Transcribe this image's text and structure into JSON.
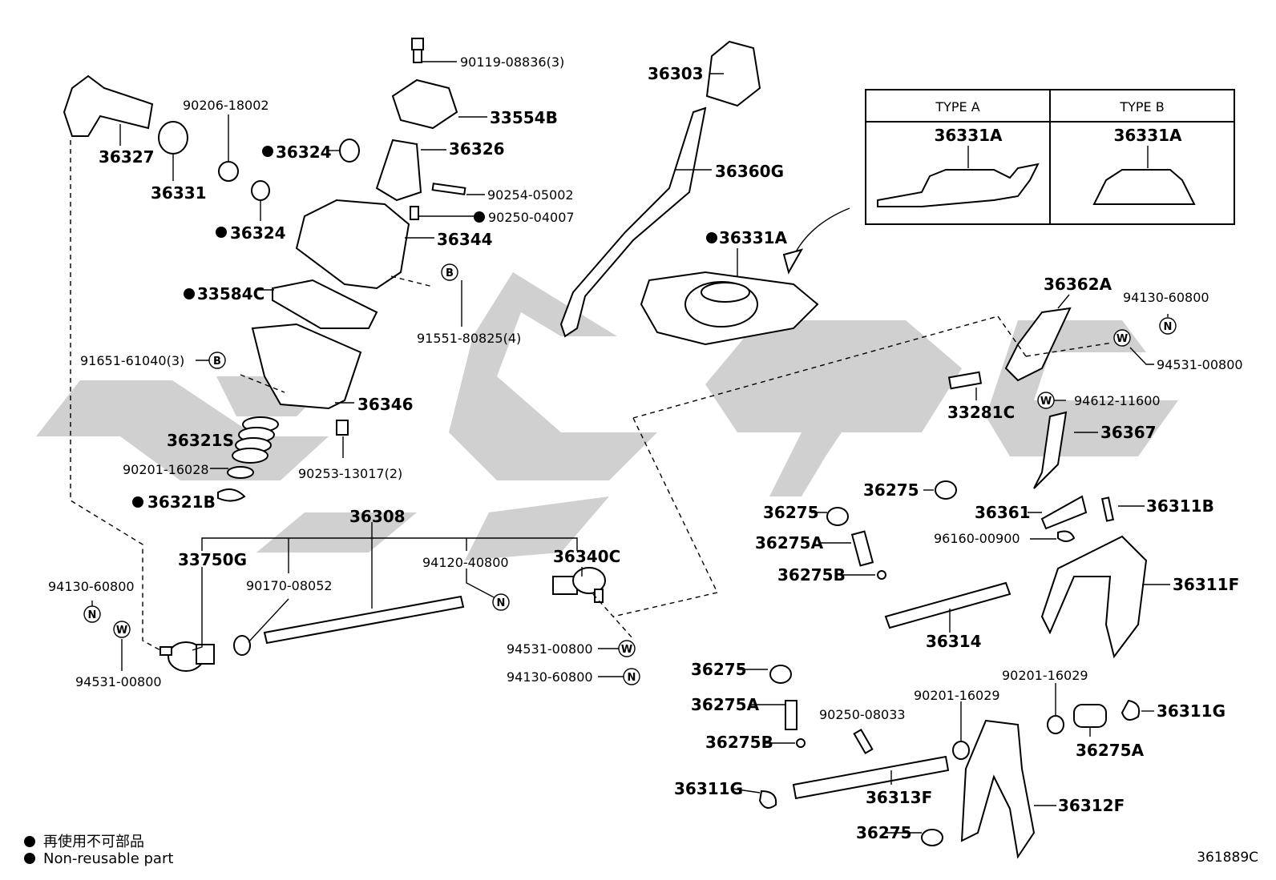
{
  "labels": {
    "p90119": "90119-08836(3)",
    "p36303": "36303",
    "p33554B": "33554B",
    "p90206": "90206-18002",
    "p36324a": "36324",
    "p36326": "36326",
    "p36327": "36327",
    "p36331": "36331",
    "p90254": "90254-05002",
    "p90250a": "90250-04007",
    "p36324b": "36324",
    "p36344": "36344",
    "p36360G": "36360G",
    "p36331A_main": "36331A",
    "p33584C": "33584C",
    "p91551": "91551-80825(4)",
    "p91651": "91651-61040(3)",
    "p36346": "36346",
    "p36321S": "36321S",
    "p90201a": "90201-16028",
    "p90253": "90253-13017(2)",
    "p36321B": "36321B",
    "p36308": "36308",
    "p33750G": "33750G",
    "p90170": "90170-08052",
    "p94120": "94120-40800",
    "p36340C": "36340C",
    "p94130a": "94130-60800",
    "p94531a": "94531-00800",
    "p94531b": "94531-00800",
    "p94130b": "94130-60800",
    "p36362A": "36362A",
    "p94130c": "94130-60800",
    "p94531c": "94531-00800",
    "p33281C": "33281C",
    "p94612": "94612-11600",
    "p36367": "36367",
    "p36275a": "36275",
    "p36275b": "36275",
    "p36275Aa": "36275A",
    "p36275Ba": "36275B",
    "p36361": "36361",
    "p36311B": "36311B",
    "p96160": "96160-00900",
    "p36311F": "36311F",
    "p36314": "36314",
    "p36275c": "36275",
    "p36275Ab": "36275A",
    "p36275Bb": "36275B",
    "p90250b": "90250-08033",
    "p90201b": "90201-16029",
    "p90201c": "90201-16029",
    "p36311Ga": "36311G",
    "p36275Ac": "36275A",
    "p36311Gb": "36311G",
    "p36313F": "36313F",
    "p36312F": "36312F",
    "p36275d": "36275"
  },
  "badges": {
    "b": "B",
    "n": "N",
    "w": "W"
  },
  "inset": {
    "type_a": "TYPE A",
    "type_b": "TYPE B",
    "part_a": "36331A",
    "part_b": "36331A"
  },
  "legend": {
    "line1": "再使用不可部品",
    "line2": "Non-reusable part"
  },
  "diagram_code": "361889C",
  "colors": {
    "line": "#000000",
    "watermark": "#c8c8c8",
    "background": "#ffffff"
  }
}
